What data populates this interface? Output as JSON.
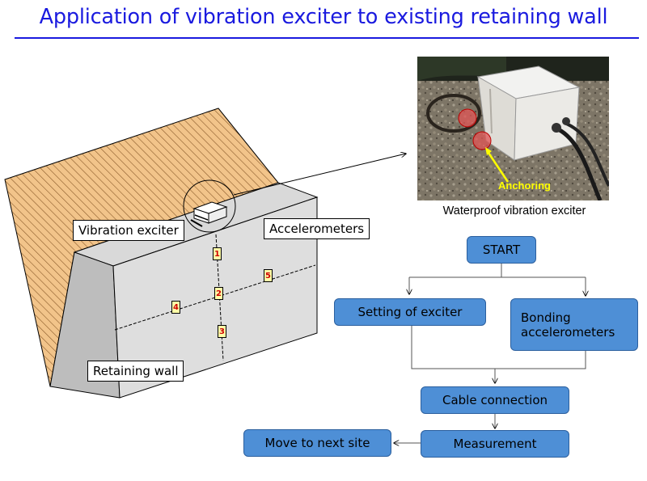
{
  "title": "Application of vibration exciter to existing retaining wall",
  "labels": {
    "vibration_exciter": "Vibration exciter",
    "accelerometers": "Accelerometers",
    "retaining_wall": "Retaining wall"
  },
  "photo": {
    "caption": "Waterproof vibration exciter",
    "anchoring_label": "Anchoring"
  },
  "accelerometers": [
    "1",
    "2",
    "3",
    "4",
    "5"
  ],
  "flow": {
    "start": "START",
    "setting": "Setting of  exciter",
    "bonding": "Bonding accelerometers",
    "cable": "Cable connection",
    "measurement": "Measurement",
    "move": "Move to next site"
  },
  "colors": {
    "title": "#1a1adf",
    "flow_box": "#4e8fd6",
    "hatch": "#f2c48a",
    "wall": "#d9d9d9",
    "anchor_text": "#ffff00"
  }
}
